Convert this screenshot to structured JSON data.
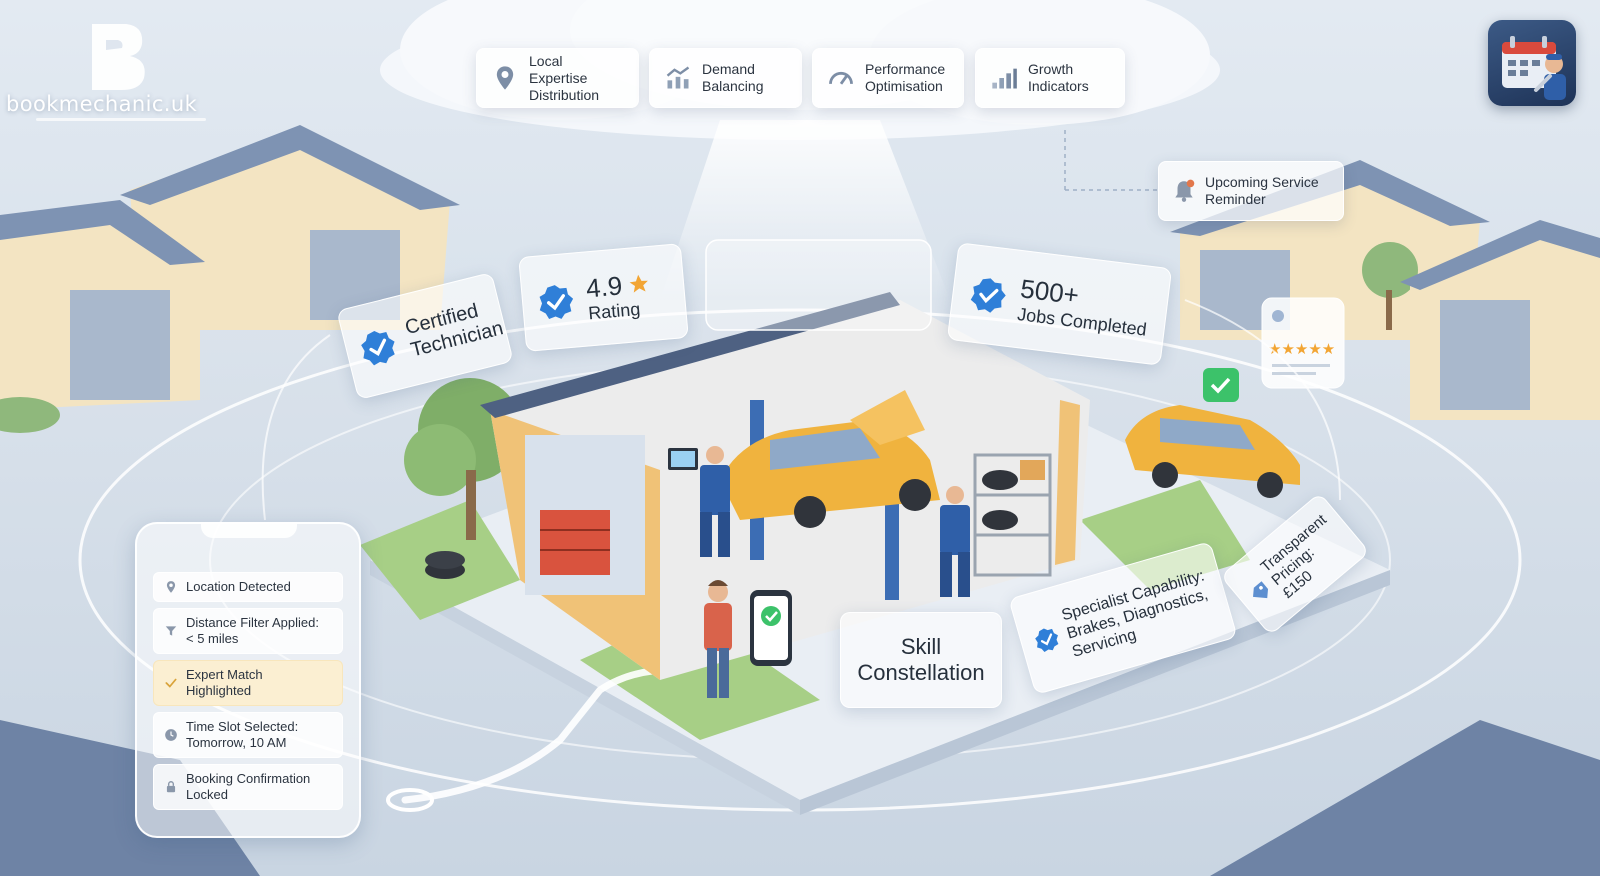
{
  "brand": {
    "name": "bookmechanic.uk"
  },
  "header_metrics": [
    {
      "icon": "location-pin-icon",
      "label_line1": "Local Expertise",
      "label_line2": "Distribution"
    },
    {
      "icon": "chart-trend-icon",
      "label_line1": "Demand",
      "label_line2": "Balancing"
    },
    {
      "icon": "gauge-icon",
      "label_line1": "Performance",
      "label_line2": "Optimisation"
    },
    {
      "icon": "bar-growth-icon",
      "label_line1": "Growth",
      "label_line2": "Indicators"
    }
  ],
  "app_icon": "calendar-mechanic-icon",
  "reminder": {
    "icon": "bell-icon",
    "line1": "Upcoming Service",
    "line2": "Reminder"
  },
  "credentials": {
    "certified": {
      "line1": "Certified",
      "line2": "Technician"
    },
    "rating": {
      "value": "4.9",
      "label": "Rating"
    },
    "jobs": {
      "value": "500+",
      "label": "Jobs Completed"
    }
  },
  "skills": {
    "constellation": {
      "line1": "Skill",
      "line2": "Constellation"
    },
    "specialist": {
      "line1": "Specialist Capability:",
      "line2": "Brakes, Diagnostics,",
      "line3": "Servicing"
    },
    "pricing": {
      "line1": "Transparent",
      "line2": "Pricing:",
      "line3": "£150"
    }
  },
  "booking_flow": {
    "steps": [
      {
        "icon": "location-pin-icon",
        "line1": "Location Detected",
        "line2": ""
      },
      {
        "icon": "filter-icon",
        "line1": "Distance Filter Applied:",
        "line2": "< 5 miles"
      },
      {
        "icon": "check-icon",
        "line1": "Expert Match",
        "line2": "Highlighted"
      },
      {
        "icon": "clock-icon",
        "line1": "Time Slot Selected:",
        "line2": "Tomorrow, 10 AM"
      },
      {
        "icon": "lock-icon",
        "line1": "Booking Confirmation",
        "line2": "Locked"
      }
    ]
  },
  "colors": {
    "accent_blue": "#2f7fd8",
    "success_green": "#3cc26a",
    "car_yellow": "#f0b33e",
    "highlight_bg": "#fbefd2",
    "sky": "#e3eaf2"
  }
}
